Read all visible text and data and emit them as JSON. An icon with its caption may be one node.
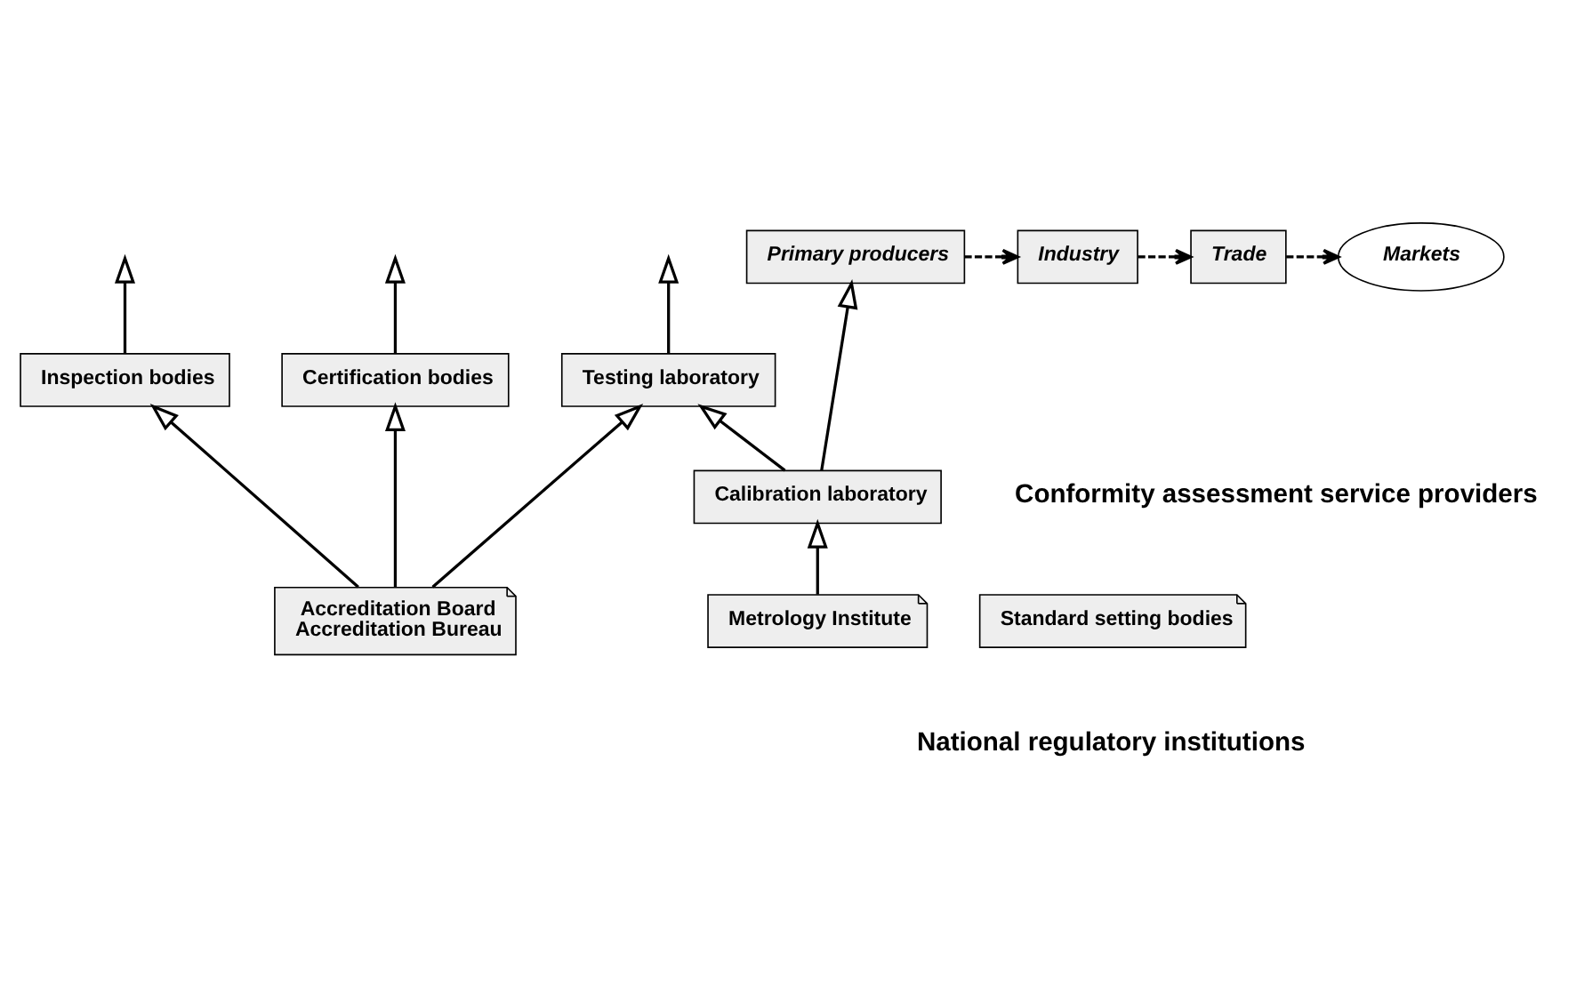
{
  "diagram": {
    "nodes": [
      {
        "text": [
          "Primary producers"
        ]
      },
      {
        "text": [
          "Industry"
        ]
      },
      {
        "text": [
          "Trade"
        ]
      },
      {
        "text": [
          "Markets"
        ]
      },
      {
        "text": [
          "Testing laboratory"
        ]
      },
      {
        "text": [
          "Inspection bodies"
        ]
      },
      {
        "text": [
          "Certification bodies"
        ]
      },
      {
        "text": [
          "Calibration laboratory"
        ]
      },
      {
        "text": [
          "Metrology Institute"
        ]
      },
      {
        "text": [
          "Accreditation Board",
          "Accreditation Bureau"
        ]
      },
      {
        "text": [
          "Standard setting bodies"
        ]
      }
    ],
    "edges": [
      {
        "from": 0,
        "to": 1,
        "arrow": "to",
        "style": "dashed"
      },
      {
        "from": 1,
        "to": 2,
        "arrow": "to",
        "style": "dashed"
      },
      {
        "from": 2,
        "to": 3,
        "arrow": "to",
        "style": "dashed"
      },
      {
        "from": 7,
        "to": 0,
        "arrow": "to"
      },
      {
        "from": 4,
        "to": null,
        "arrow": "to"
      },
      {
        "from": 5,
        "to": null,
        "arrow": "to"
      },
      {
        "from": 6,
        "to": null,
        "arrow": "to"
      },
      {
        "from": 7,
        "to": 4,
        "arrow": "to"
      },
      {
        "from": 8,
        "to": 7,
        "arrow": "to"
      },
      {
        "from": 9,
        "to": 4,
        "arrow": "to"
      },
      {
        "from": 9,
        "to": 5,
        "arrow": "to"
      },
      {
        "from": 9,
        "to": 6,
        "arrow": "to"
      }
    ],
    "labels": [
      "Conformity assessment service providers",
      "National regulatory institutions"
    ]
  }
}
